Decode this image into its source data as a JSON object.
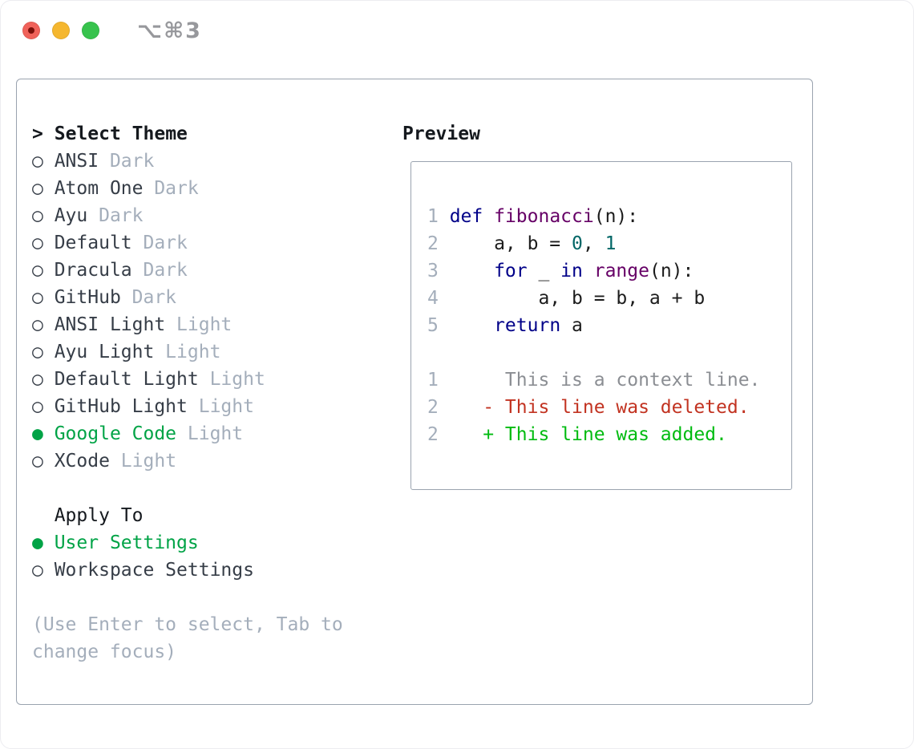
{
  "window": {
    "title": "⌥⌘3"
  },
  "titlebar": {
    "buttons": [
      {
        "name": "close-button",
        "color_key": "tl_red",
        "has_inner_dot": true
      },
      {
        "name": "minimize-button",
        "color_key": "tl_yellow",
        "has_inner_dot": false
      },
      {
        "name": "zoom-button",
        "color_key": "tl_green",
        "has_inner_dot": false
      }
    ]
  },
  "theme_panel": {
    "cursor": ">",
    "header_label": "Select Theme",
    "items": [
      {
        "bullet": "○",
        "label": "ANSI",
        "tag": "Dark",
        "selected": false
      },
      {
        "bullet": "○",
        "label": "Atom One",
        "tag": "Dark",
        "selected": false
      },
      {
        "bullet": "○",
        "label": "Ayu",
        "tag": "Dark",
        "selected": false
      },
      {
        "bullet": "○",
        "label": "Default",
        "tag": "Dark",
        "selected": false
      },
      {
        "bullet": "○",
        "label": "Dracula",
        "tag": "Dark",
        "selected": false
      },
      {
        "bullet": "○",
        "label": "GitHub",
        "tag": "Dark",
        "selected": false
      },
      {
        "bullet": "○",
        "label": "ANSI Light",
        "tag": "Light",
        "selected": false
      },
      {
        "bullet": "○",
        "label": "Ayu Light",
        "tag": "Light",
        "selected": false
      },
      {
        "bullet": "○",
        "label": "Default Light",
        "tag": "Light",
        "selected": false
      },
      {
        "bullet": "○",
        "label": "GitHub Light",
        "tag": "Light",
        "selected": false
      },
      {
        "bullet": "●",
        "label": "Google Code",
        "tag": "Light",
        "selected": true
      },
      {
        "bullet": "○",
        "label": "XCode",
        "tag": "Light",
        "selected": false
      }
    ]
  },
  "apply_panel": {
    "header_label": "Apply To",
    "items": [
      {
        "bullet": "●",
        "label": "User Settings",
        "selected": true
      },
      {
        "bullet": "○",
        "label": "Workspace Settings",
        "selected": false
      }
    ]
  },
  "hint_lines": [
    "(Use Enter to select, Tab to",
    "change focus)"
  ],
  "preview": {
    "title": "Preview",
    "lines": [
      {
        "num": "1",
        "segments": [
          {
            "text": "def",
            "style": "kw"
          },
          {
            "text": " ",
            "style": "plain"
          },
          {
            "text": "fibonacci",
            "style": "type"
          },
          {
            "text": "(n):",
            "style": "plain"
          }
        ]
      },
      {
        "num": "2",
        "segments": [
          {
            "text": "    a, b = ",
            "style": "plain"
          },
          {
            "text": "0",
            "style": "lit"
          },
          {
            "text": ", ",
            "style": "plain"
          },
          {
            "text": "1",
            "style": "lit"
          }
        ]
      },
      {
        "num": "3",
        "segments": [
          {
            "text": "    ",
            "style": "plain"
          },
          {
            "text": "for",
            "style": "kw"
          },
          {
            "text": " _ ",
            "style": "plain"
          },
          {
            "text": "in",
            "style": "kw"
          },
          {
            "text": " ",
            "style": "plain"
          },
          {
            "text": "range",
            "style": "type"
          },
          {
            "text": "(n):",
            "style": "plain"
          }
        ]
      },
      {
        "num": "4",
        "segments": [
          {
            "text": "        a, b = b, a + b",
            "style": "plain"
          }
        ]
      },
      {
        "num": "5",
        "segments": [
          {
            "text": "    ",
            "style": "plain"
          },
          {
            "text": "return",
            "style": "kw"
          },
          {
            "text": " a",
            "style": "plain"
          }
        ]
      },
      {
        "num": "",
        "segments": []
      },
      {
        "num": "1",
        "segments": [
          {
            "text": "     This is a context line.",
            "style": "context"
          }
        ]
      },
      {
        "num": "2",
        "segments": [
          {
            "text": "   - This line was deleted.",
            "style": "deleted"
          }
        ]
      },
      {
        "num": "2",
        "segments": [
          {
            "text": "   + This line was added.",
            "style": "added"
          }
        ]
      }
    ]
  },
  "colors": {
    "keyword": "#000088",
    "type": "#660066",
    "literal": "#006666",
    "plain": "#1c1c1c",
    "context": "#8b8e93",
    "deleted": "#c23321",
    "added": "#00bb10",
    "selected": "#00a346",
    "label": "#363d47",
    "header": "#15191e",
    "muted": "#a4aebb",
    "line_number": "#a4aebb",
    "border": "#9aa3af",
    "title_gray": "#97989c",
    "tl_red": "#f0625a",
    "tl_red_dot": "#7b100a",
    "tl_yellow": "#f5b72f",
    "tl_green": "#37c34d"
  }
}
